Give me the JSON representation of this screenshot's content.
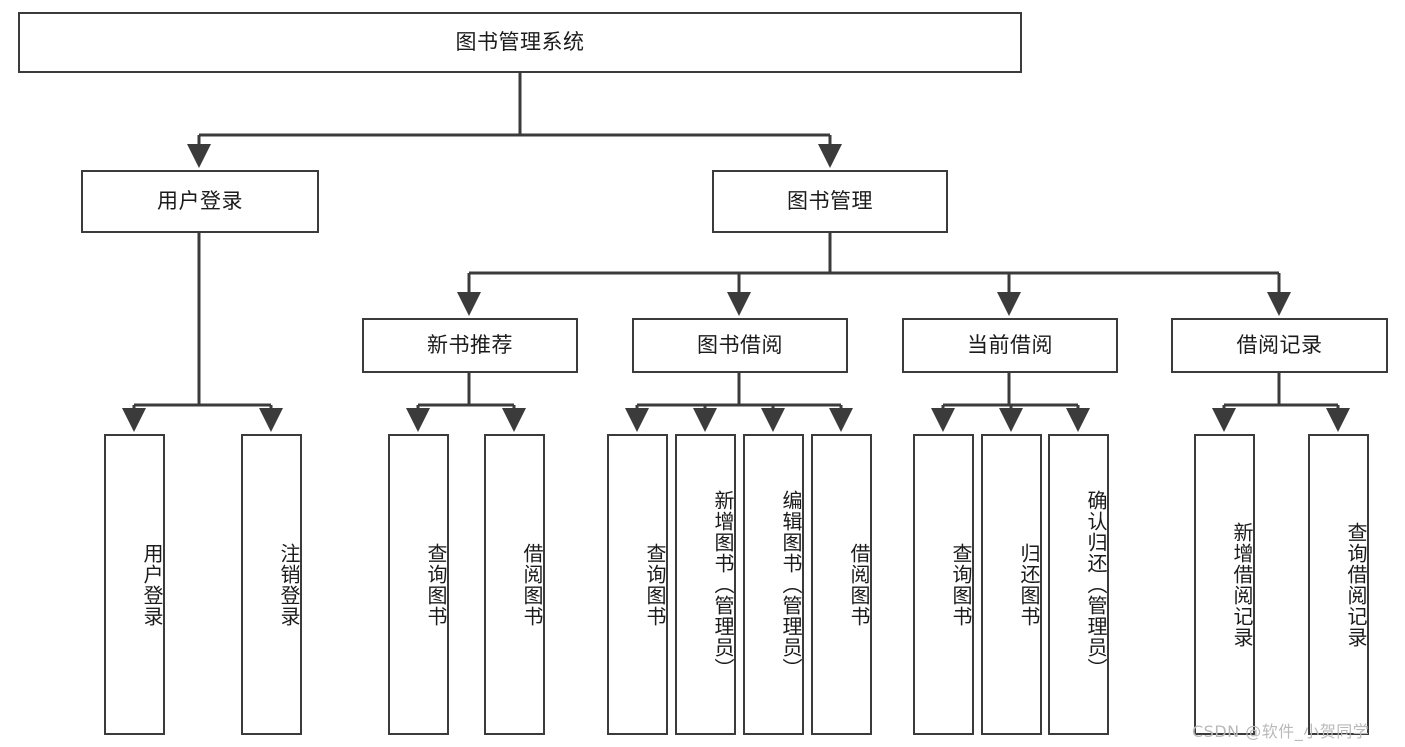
{
  "diagram": {
    "type": "tree-hierarchy",
    "title": "图书管理系统",
    "watermark": "CSDN @软件_小贺同学",
    "colors": {
      "stroke": "#3b3b3b",
      "fill": "#ffffff",
      "text": "#1b1b1b",
      "watermark": "#b9b9b9"
    },
    "nodes": {
      "root": {
        "label": "图书管理系统",
        "level": 1,
        "orientation": "horizontal"
      },
      "l2": [
        {
          "id": "user-login",
          "label": "用户登录",
          "level": 2,
          "orientation": "horizontal"
        },
        {
          "id": "book-manage",
          "label": "图书管理",
          "level": 2,
          "orientation": "horizontal"
        }
      ],
      "l3": [
        {
          "id": "new-book-rec",
          "label": "新书推荐",
          "level": 3,
          "orientation": "horizontal"
        },
        {
          "id": "book-borrow",
          "label": "图书借阅",
          "level": 3,
          "orientation": "horizontal"
        },
        {
          "id": "current-borrow",
          "label": "当前借阅",
          "level": 3,
          "orientation": "horizontal"
        },
        {
          "id": "borrow-record",
          "label": "借阅记录",
          "level": 3,
          "orientation": "horizontal"
        }
      ],
      "leaves": [
        {
          "id": "leaf-user-login",
          "label": "用户登录",
          "parent": "user-login",
          "orientation": "vertical"
        },
        {
          "id": "leaf-user-logout",
          "label": "注销登录",
          "parent": "user-login",
          "orientation": "vertical"
        },
        {
          "id": "leaf-query-book-1",
          "label": "查询图书",
          "parent": "new-book-rec",
          "orientation": "vertical"
        },
        {
          "id": "leaf-borrow-book-1",
          "label": "借阅图书",
          "parent": "new-book-rec",
          "orientation": "vertical"
        },
        {
          "id": "leaf-query-book-2",
          "label": "查询图书",
          "parent": "book-borrow",
          "orientation": "vertical"
        },
        {
          "id": "leaf-add-book",
          "label": "新增图书（管理员）",
          "parent": "book-borrow",
          "orientation": "vertical"
        },
        {
          "id": "leaf-edit-book",
          "label": "编辑图书（管理员）",
          "parent": "book-borrow",
          "orientation": "vertical"
        },
        {
          "id": "leaf-borrow-book-2",
          "label": "借阅图书",
          "parent": "book-borrow",
          "orientation": "vertical"
        },
        {
          "id": "leaf-query-book-3",
          "label": "查询图书",
          "parent": "current-borrow",
          "orientation": "vertical"
        },
        {
          "id": "leaf-return-book",
          "label": "归还图书",
          "parent": "current-borrow",
          "orientation": "vertical"
        },
        {
          "id": "leaf-confirm-return",
          "label": "确认归还（管理员）",
          "parent": "current-borrow",
          "orientation": "vertical"
        },
        {
          "id": "leaf-add-record",
          "label": "新增借阅记录",
          "parent": "borrow-record",
          "orientation": "vertical"
        },
        {
          "id": "leaf-query-record",
          "label": "查询借阅记录",
          "parent": "borrow-record",
          "orientation": "vertical"
        }
      ]
    }
  }
}
